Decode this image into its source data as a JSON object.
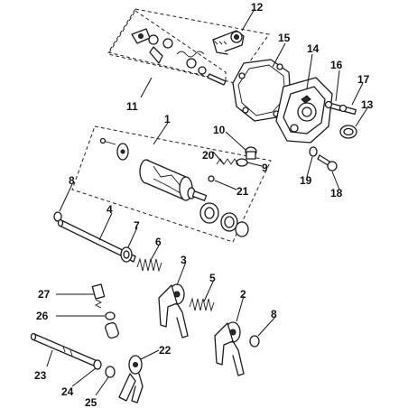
{
  "callouts": {
    "n1": "1",
    "n2": "2",
    "n3": "3",
    "n4": "4",
    "n5": "5",
    "n6": "6",
    "n7": "7",
    "n8a": "8",
    "n8b": "8",
    "n9": "9",
    "n10": "10",
    "n11": "11",
    "n12": "12",
    "n13": "13",
    "n14": "14",
    "n15": "15",
    "n16": "16",
    "n17": "17",
    "n18": "18",
    "n19": "19",
    "n20": "20",
    "n21": "21",
    "n22": "22",
    "n23": "23",
    "n24": "24",
    "n25": "25",
    "n26": "26",
    "n27": "27"
  }
}
